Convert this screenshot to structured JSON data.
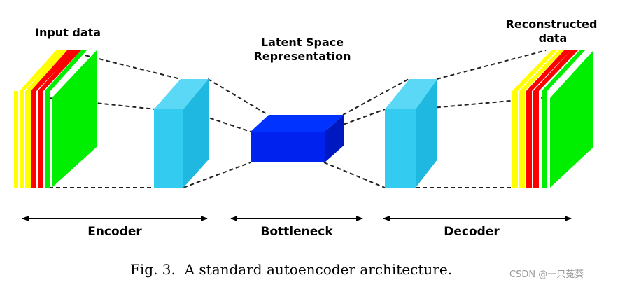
{
  "labels": {
    "input": "Input data",
    "latent_line1": "Latent Space",
    "latent_line2": "Representation",
    "reconstructed_line1": "Reconstructed",
    "reconstructed_line2": "data",
    "encoder": "Encoder",
    "bottleneck": "Bottleneck",
    "decoder": "Decoder"
  },
  "caption": "Fig. 3.  A standard autoencoder architecture.",
  "watermark": "CSDN @一只菟葵",
  "colors": {
    "yellow": "#ffff00",
    "red": "#ff0000",
    "green": "#00ee00",
    "cyan_front": "#33ccf0",
    "cyan_top": "#5ad8f5",
    "cyan_side": "#1fb8e0",
    "blue_front": "#0022ee",
    "blue_top": "#0033ff",
    "blue_side": "#0018c0"
  }
}
